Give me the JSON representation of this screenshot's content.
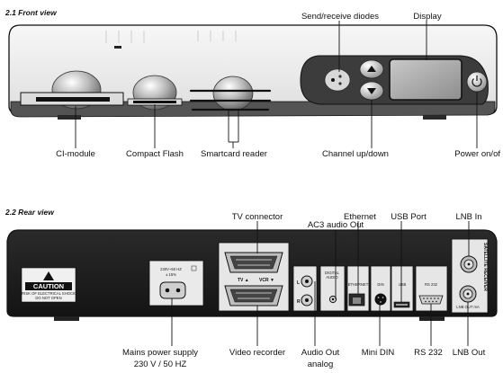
{
  "front": {
    "section_title": "2.1 Front view",
    "labels": {
      "send_receive": "Send/receive diodes",
      "display": "Display",
      "ci_module": "CI-module",
      "compact_flash": "Compact Flash",
      "smartcard": "Smartcard reader",
      "channel": "Channel up/down",
      "power": "Power on/of"
    }
  },
  "rear": {
    "section_title": "2.2 Rear view",
    "labels": {
      "ac3": "AC3 audio Out",
      "tv_connector": "TV connector",
      "ethernet": "Ethernet",
      "usb_port": "USB Port",
      "lnb_in": "LNB In",
      "mains_1": "Mains power supply",
      "mains_2": "230 V / 50 HZ",
      "video_recorder": "Video recorder",
      "audio_out_1": "Audio Out",
      "audio_out_2": "analog",
      "mini_din": "Mini DIN",
      "rs232": "RS 232",
      "lnb_out": "LNB Out"
    },
    "panel_text": {
      "caution": "CAUTION",
      "caution_sub_1": "RISK OF ELECTRICAL SHOCK",
      "caution_sub_2": "DO NOT OPEN",
      "mains_rating_1": "230V~50 HZ",
      "mains_rating_2": "± 15%",
      "tv_mark": "TV ▲",
      "vcr_mark": "VCR ▼",
      "audio_l": "L",
      "audio_r": "R",
      "digital_audio_1": "DIGITAL",
      "digital_audio_2": "AUDIO",
      "ethernet_mark": "ETHERNET",
      "din_mark": "DIN",
      "usb_mark": "USB",
      "rs232_mark": "RS 232",
      "satellite_receiver": "SATELLITE RECEIVER",
      "lnb_out_mark": "LNB OUT mA"
    }
  },
  "colors": {
    "line": "#111111",
    "housing_top": "#f1f1f1",
    "front_base": "#545454",
    "rear_panel": "#1c1c1c"
  }
}
